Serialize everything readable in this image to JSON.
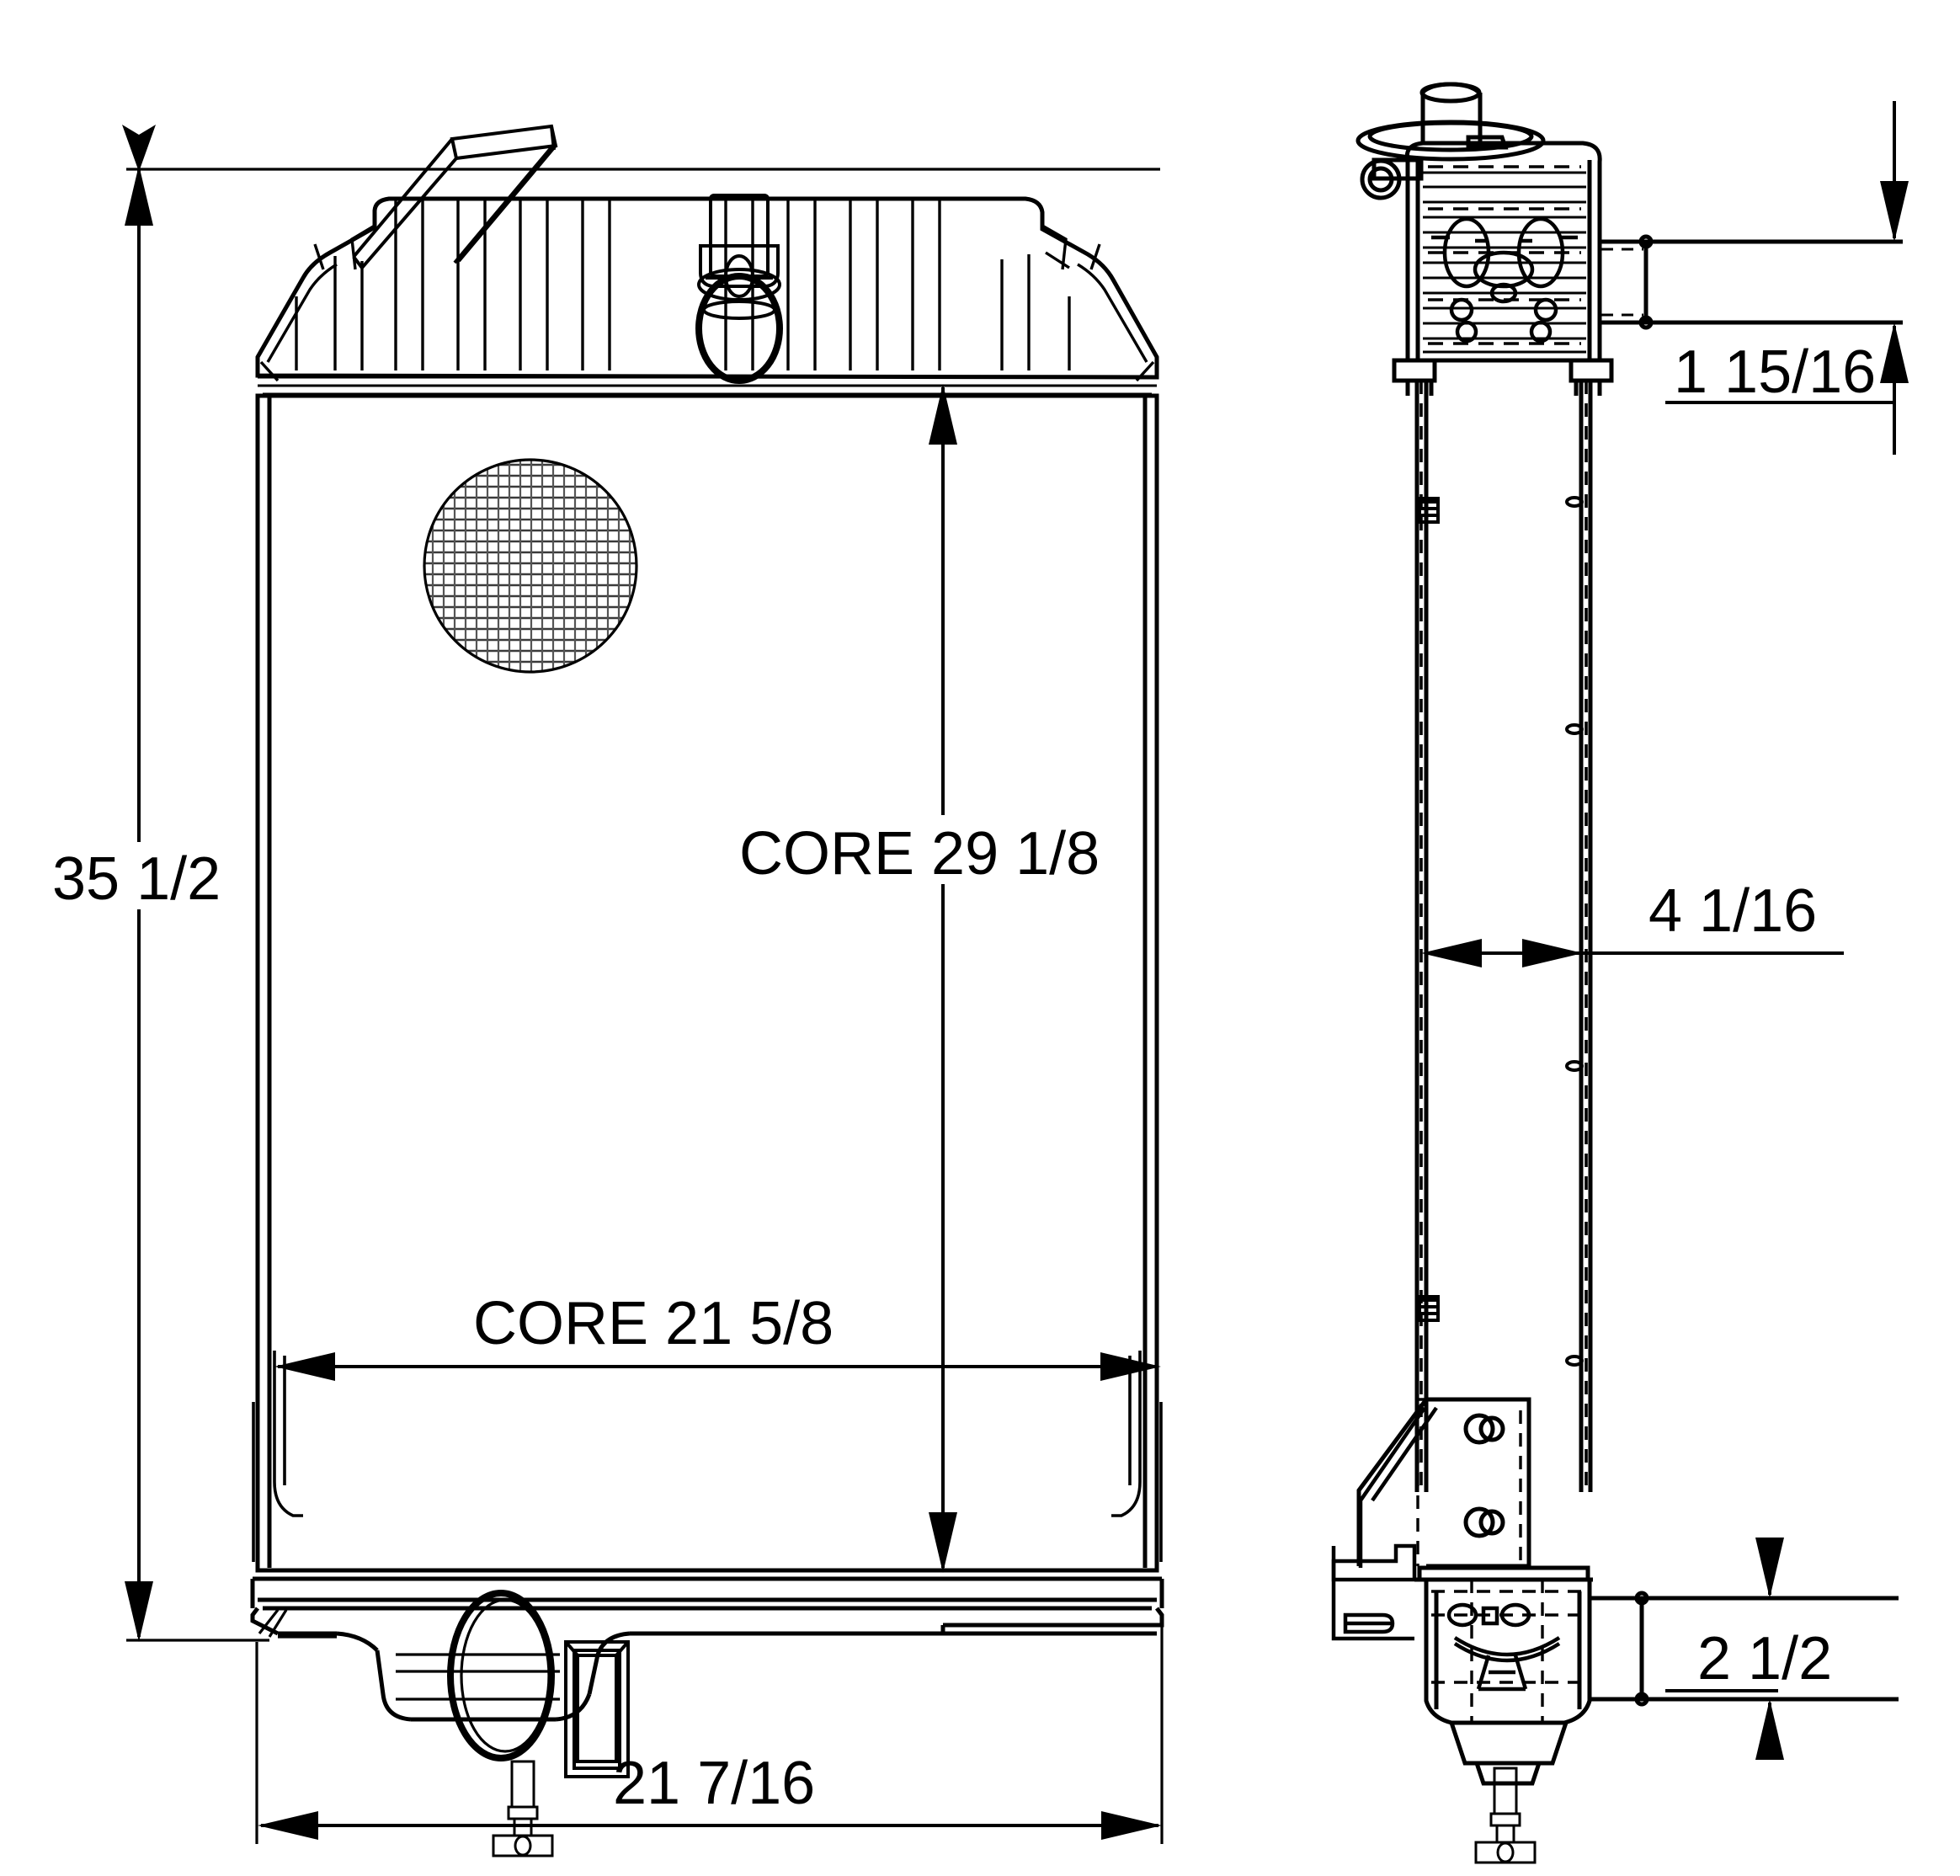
{
  "drawing": {
    "type": "engineering-drawing",
    "subject": "radiator",
    "units": "inches",
    "line_color": "#000000",
    "background_color": "#ffffff",
    "views": [
      {
        "name": "front-view",
        "label": ""
      },
      {
        "name": "side-view",
        "label": ""
      }
    ]
  },
  "dimensions": {
    "overall_height": "35 1/2",
    "core_height": "CORE 29 1/8",
    "core_width": "CORE 21 5/8",
    "overall_width": "21 7/16",
    "inlet_pipe_diameter": "1 15/16",
    "core_depth": "4 1/16",
    "outlet_pipe_diameter": "2 1/2"
  },
  "features": {
    "top_tank": "top-tank",
    "bottom_tank": "bottom-tank",
    "filler_cap": "filler-cap",
    "core_mesh_detail": "core-fin-mesh-detail",
    "drain_petcock": "drain-petcock",
    "inlet_pipe": "inlet-pipe",
    "outlet_pipe": "outlet-pipe",
    "mounting_bracket": "mounting-bracket",
    "side_tab_left": "side-mounting-tab-left",
    "side_tab_right": "side-mounting-tab-right"
  }
}
